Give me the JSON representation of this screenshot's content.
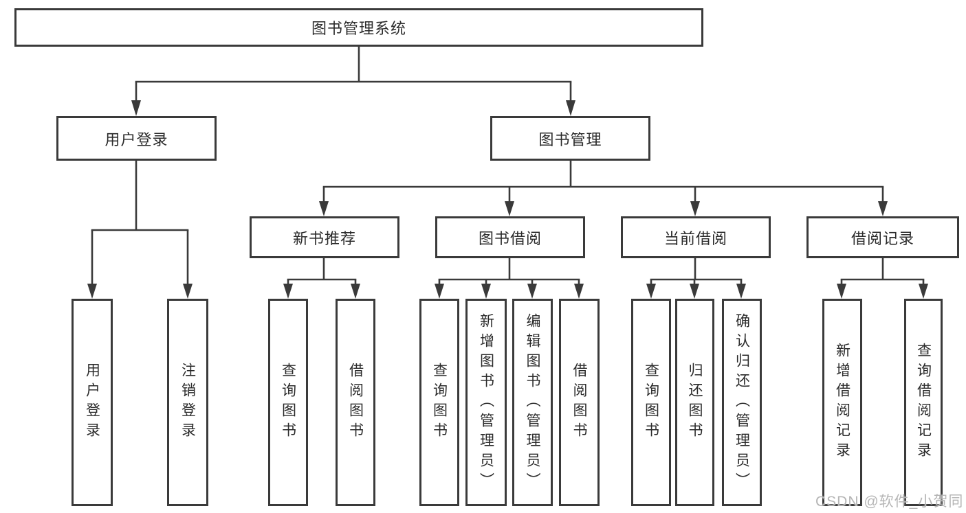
{
  "root": {
    "label": "图书管理系统"
  },
  "branches": [
    {
      "label": "用户登录",
      "leaves": [
        {
          "label": "用户登录"
        },
        {
          "label": "注销登录"
        }
      ]
    },
    {
      "label": "图书管理",
      "subbranches": [
        {
          "label": "新书推荐",
          "leaves": [
            {
              "label": "查询图书"
            },
            {
              "label": "借阅图书"
            }
          ]
        },
        {
          "label": "图书借阅",
          "leaves": [
            {
              "label": "查询图书"
            },
            {
              "label": "新增图书（管理员）"
            },
            {
              "label": "编辑图书（管理员）"
            },
            {
              "label": "借阅图书"
            }
          ]
        },
        {
          "label": "当前借阅",
          "leaves": [
            {
              "label": "查询图书"
            },
            {
              "label": "归还图书"
            },
            {
              "label": "确认归还（管理员）"
            }
          ]
        },
        {
          "label": "借阅记录",
          "leaves": [
            {
              "label": "新增借阅记录"
            },
            {
              "label": "查询借阅记录"
            }
          ]
        }
      ]
    }
  ],
  "watermark": {
    "text": "CSDN @软件_小贺同学"
  },
  "colors": {
    "line": "#3a3a3a",
    "text": "#2b2b2b",
    "watermark": "#b5b5b5",
    "background": "#ffffff"
  }
}
